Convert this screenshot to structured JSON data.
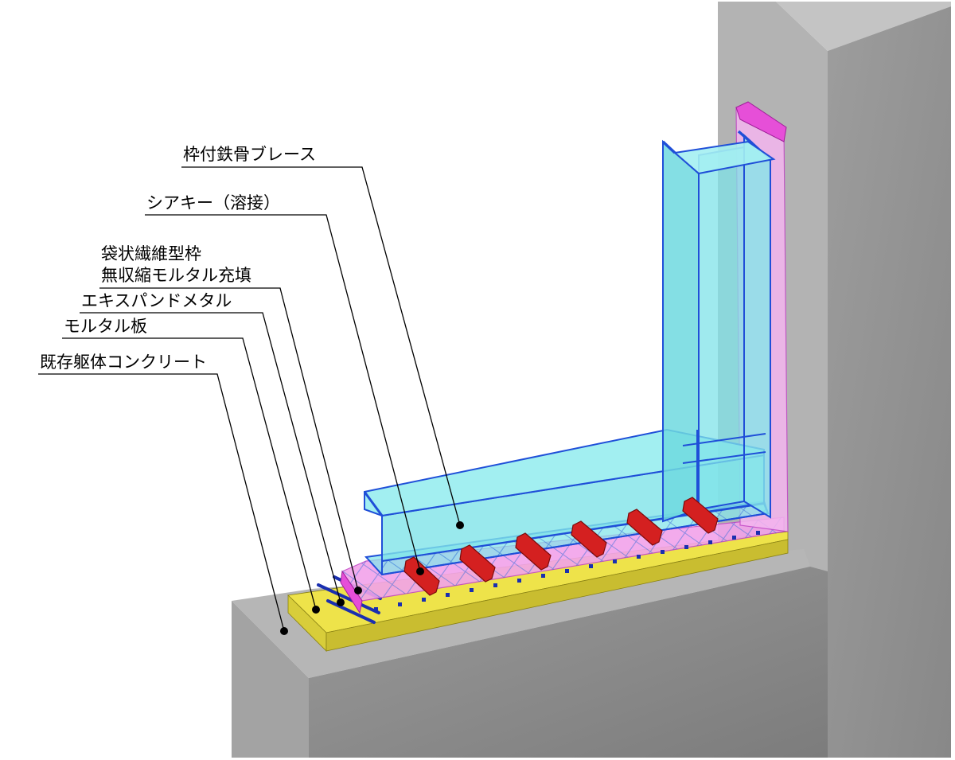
{
  "labels": {
    "brace": "枠付鉄骨ブレース",
    "shear_key": "シアキー（溶接）",
    "bag_form": "袋状繊維型枠",
    "grout": "無収縮モルタル充填",
    "expanded_metal": "エキスパンドメタル",
    "mortar_board": "モルタル板",
    "existing_concrete": "既存躯体コンクリート"
  },
  "colors": {
    "concrete_top": "#b4b4b4",
    "concrete_front": "#8e8e8e",
    "concrete_side": "#a6a6a6",
    "steel_fill": "#7fe3e8",
    "steel_edge": "#1f4fd8",
    "shear_key": "#d42020",
    "bag_form": "#f28be8",
    "mortar_board": "#e9e046",
    "expanded_metal": "#1a2fb0",
    "leader": "#000000"
  }
}
